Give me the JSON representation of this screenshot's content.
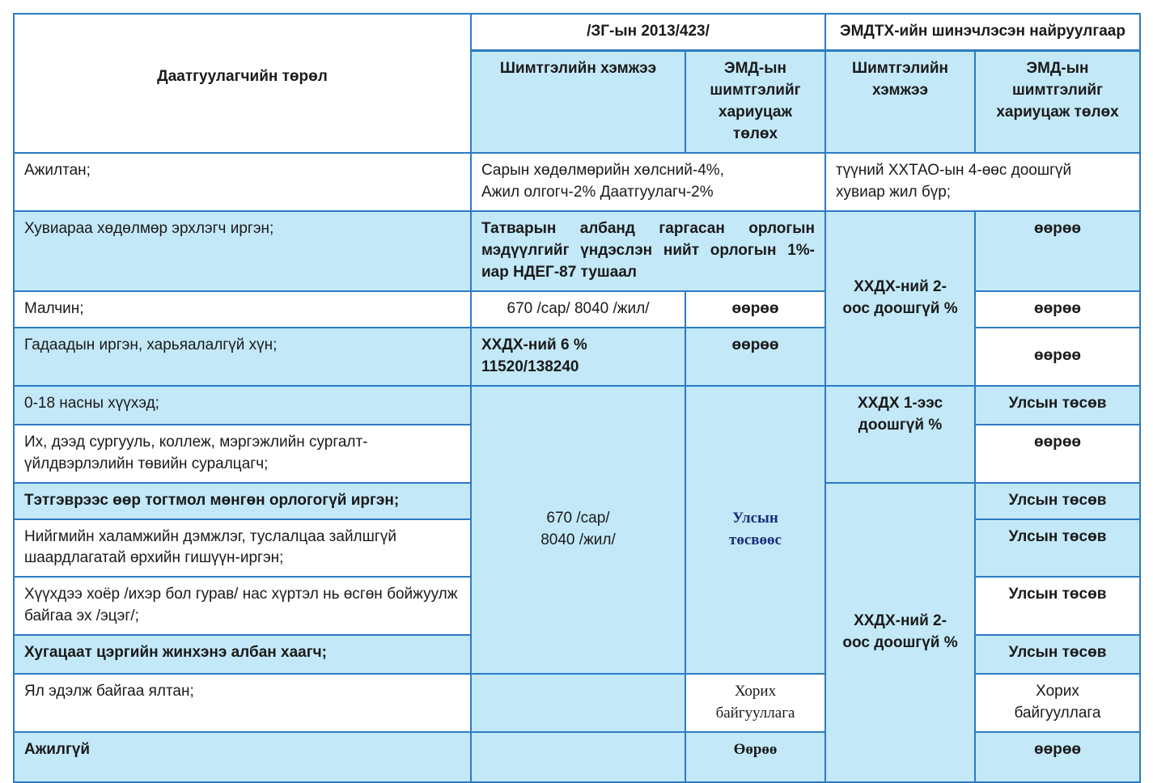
{
  "header": {
    "col_type": "Даатгуулагчийн төрөл",
    "group_old": "/ЗГ-ын 2013/423/",
    "group_new": "ЭМДТХ-ийн шинэчлэсэн найруулгаар",
    "premium_size": "Шимтгэлийн хэмжээ",
    "premium_size_new": "Шимтгэлийн хэмжээ",
    "payer": "ЭМД-ын шимтгэлийг хариуцаж төлөх",
    "payer_new": "ЭМД-ын шимтгэлийг хариуцаж төлөх"
  },
  "rows": {
    "r1": {
      "type": "Ажилтан;",
      "old_line1": "Сарын хөдөлмөрийн хөлсний-4%,",
      "old_line2": "Ажил олгогч-2% Даатгуулагч-2%",
      "new_line1": "түүний ХХТАО-ын 4-өөс доошгүй",
      "new_line2": "хувиар жил бүр;"
    },
    "r2": {
      "type": "Хувиараа хөдөлмөр эрхлэгч иргэн;",
      "old": "Татварын албанд гаргасан орлогын мэдүүлгийг үндэслэн нийт орлогын 1%-иар НДЕГ-87 тушаал",
      "new_payer": "өөрөө"
    },
    "r3": {
      "type": "Малчин;",
      "old_size": "670 /сар/ 8040 /жил/",
      "old_payer": "өөрөө",
      "new_payer": "өөрөө"
    },
    "merge_new_a": {
      "line1": "ХХДХ-ний 2-",
      "line2": "оос доошгүй %"
    },
    "r4": {
      "type": "Гадаадын иргэн, харьяалалгүй хүн;",
      "old_size_line1": "ХХДХ-ний 6 %",
      "old_size_line2": "11520/138240",
      "old_payer": "өөрөө",
      "new_payer": "өөрөө"
    },
    "r5": {
      "type": "0-18 насны хүүхэд;",
      "new_payer": "Улсын төсөв"
    },
    "merge_new_b": {
      "line1": "ХХДХ 1-ээс",
      "line2": "доошгүй %"
    },
    "r6": {
      "type": "Их, дээд сургууль, коллеж, мэргэжлийн сургалт-үйлдвэрлэлийн төвийн суралцагч;",
      "new_payer": "өөрөө"
    },
    "r7": {
      "type": "Тэтгэврээс өөр тогтмол мөнгөн орлогогүй иргэн;",
      "new_payer": "Улсын төсөв"
    },
    "merge_new_c": {
      "line1": "ХХДХ-ний 2-",
      "line2": "оос доошгүй %"
    },
    "r8": {
      "type": "Нийгмийн халамжийн дэмжлэг, туслалцаа зайлшгүй шаардлагатай өрхийн гишүүн-иргэн;",
      "new_payer": "Улсын төсөв"
    },
    "merge_old": {
      "size_line1": "670 /сар/",
      "size_line2": "8040 /жил/",
      "payer_line1": "Улсын",
      "payer_line2": "төсвөөс"
    },
    "r9": {
      "type": "Хүүхдээ хоёр /ихэр бол гурав/ нас хүртэл нь өсгөн бойжуулж байгаа эх /эцэг/;",
      "new_payer": "Улсын төсөв"
    },
    "r10": {
      "type": "Хугацаат цэргийн жинхэнэ албан хаагч;",
      "new_payer": "Улсын төсөв"
    },
    "r11": {
      "type": "Ял эдэлж байгаа ялтан;",
      "old_payer_line1": "Хорих",
      "old_payer_line2": "байгууллага",
      "new_payer_line1": "Хорих",
      "new_payer_line2": "байгууллага"
    },
    "r12": {
      "type": "Ажилгүй",
      "old_payer": "Өөрөө",
      "new_payer": "өөрөө"
    }
  }
}
